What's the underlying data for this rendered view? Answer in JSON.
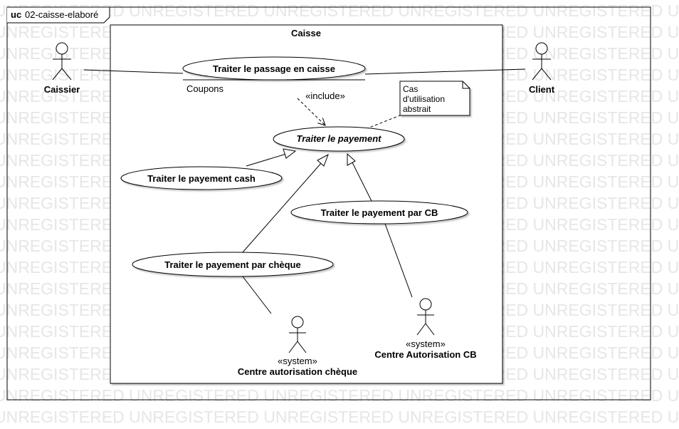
{
  "frame": {
    "kind": "uc",
    "name": "02-caisse-elaboré"
  },
  "watermark": "UNREGISTERED",
  "system": {
    "name": "Caisse"
  },
  "actors": {
    "caissier": {
      "name": "Caissier"
    },
    "client": {
      "name": "Client"
    },
    "cheque_center": {
      "stereotype": "«system»",
      "name": "Centre autorisation chèque"
    },
    "cb_center": {
      "stereotype": "«system»",
      "name": "Centre Autorisation CB"
    }
  },
  "use_cases": {
    "passage": {
      "name": "Traiter le passage en caisse",
      "extension_point": "Coupons"
    },
    "payement": {
      "name": "Traiter le payement",
      "abstract": true
    },
    "cash": {
      "name": "Traiter le payement cash"
    },
    "cb": {
      "name": "Traiter le payement par CB"
    },
    "cheque": {
      "name": "Traiter le payement par chèque"
    }
  },
  "relations": {
    "include_label": "«include»"
  },
  "note": {
    "lines": [
      "Cas",
      "d'utilisation",
      "abstrait"
    ]
  }
}
